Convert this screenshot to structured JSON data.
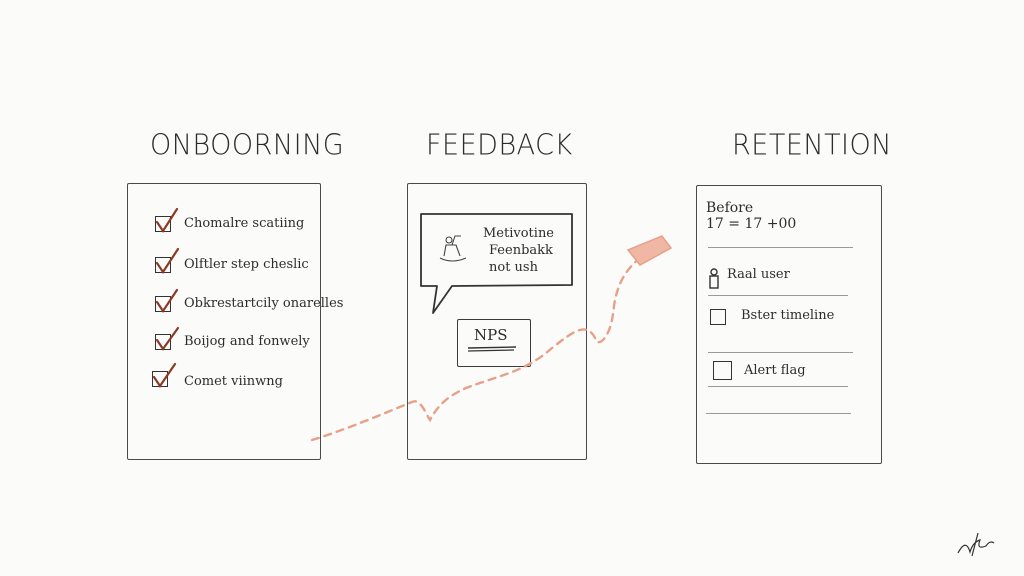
{
  "columns": [
    {
      "title": "ONBOORNING",
      "items": [
        "Chomalre scatiing",
        "Olftler step cheslic",
        "Obkrestartcily onarelles",
        "Boijog and fonwely",
        "Comet viinwng"
      ]
    },
    {
      "title": "FEEDBACK",
      "bubble_lines": [
        "Metivotine",
        "Feenbakk",
        "not ush"
      ],
      "nps_label": "NPS"
    },
    {
      "title": "RETENTION",
      "header_line1": "Before",
      "header_line2": "17 = 17 +00",
      "items": [
        "Raal user",
        "Bster timeline",
        "Alert flag"
      ]
    }
  ],
  "colors": {
    "ink": "#2a2a2a",
    "arrow": "#e7a08a",
    "check": "#8a3a25"
  },
  "signature_icon": "signature-mark"
}
